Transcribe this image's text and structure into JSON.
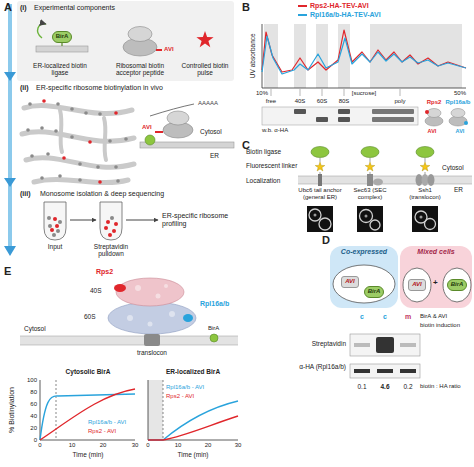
{
  "diagram": {
    "nodes": [
      {
        "text": [
          "BirA"
        ]
      },
      {
        "text": [
          "Co-expressed"
        ]
      },
      {
        "text": [
          "AVI"
        ],
        "in": 1
      },
      {
        "text": [
          "BirA"
        ],
        "in": 1
      },
      {
        "text": [
          "Mixed cells"
        ]
      },
      {
        "text": [
          "AVI"
        ],
        "in": 4
      },
      {
        "text": [
          "BirA"
        ],
        "in": 4
      }
    ],
    "labels": [
      "A",
      "(i)",
      "Experimental components",
      "AVI",
      "ER-localized biotin ligase",
      "Ribosomal biotin acceptor peptide",
      "Controlled biotin pulse",
      "(ii)",
      "ER-specific ribosome biotinylation in vivo",
      "AAAAA",
      "AVI",
      "Cytosol",
      "ER",
      "(iii)",
      "Monosome isolation & deep sequencing",
      "Input",
      "Streptavidin pulldown",
      "ER-specific ribosome profiling",
      "B",
      "UV absorbance",
      "10%",
      "[sucrose]",
      "50%",
      "free",
      "40S",
      "60S",
      "80S",
      "poly",
      "w.b. α-HA",
      "Rps2",
      "Rpl16a/b",
      "AVI",
      "AVI",
      "C",
      "Biotin ligase",
      "Fluorescent linker",
      "Localization",
      "Ubc6 tail anchor (general ER)",
      "Sec63 (SEC complex)",
      "Ssh1 (translocon)",
      "Cytosol",
      "ER",
      "D",
      "+",
      "c",
      "c",
      "m",
      "BirA & AVI",
      "biotin induction",
      "Streptavidin",
      "α-HA (Rpl16a/b)",
      "0.1",
      "4.6",
      "0.2",
      "biotin : HA ratio",
      "E",
      "Rps2",
      "40S",
      "60S",
      "Rpl16a/b",
      "Cytosol",
      "BirA",
      "translocon",
      "Cytosolic BirA",
      "ER-localized BirA",
      "% Biotinylation",
      "100",
      "80",
      "60",
      "40",
      "20",
      "0",
      "0",
      "10",
      "20",
      "30",
      "Time (min)",
      "0",
      "10",
      "20",
      "30",
      "Time (min)",
      "Rpl16a/b - AVI",
      "Rps2 - AVI",
      "Rpl16a/b - AVI",
      "Rps2 - AVI"
    ],
    "legend": [
      {
        "text": "Rps2-HA-TEV-AVI",
        "color": "#e0262b"
      },
      {
        "text": "Rpl16a/b-HA-TEV-AVI",
        "color": "#29a3dc"
      }
    ]
  }
}
